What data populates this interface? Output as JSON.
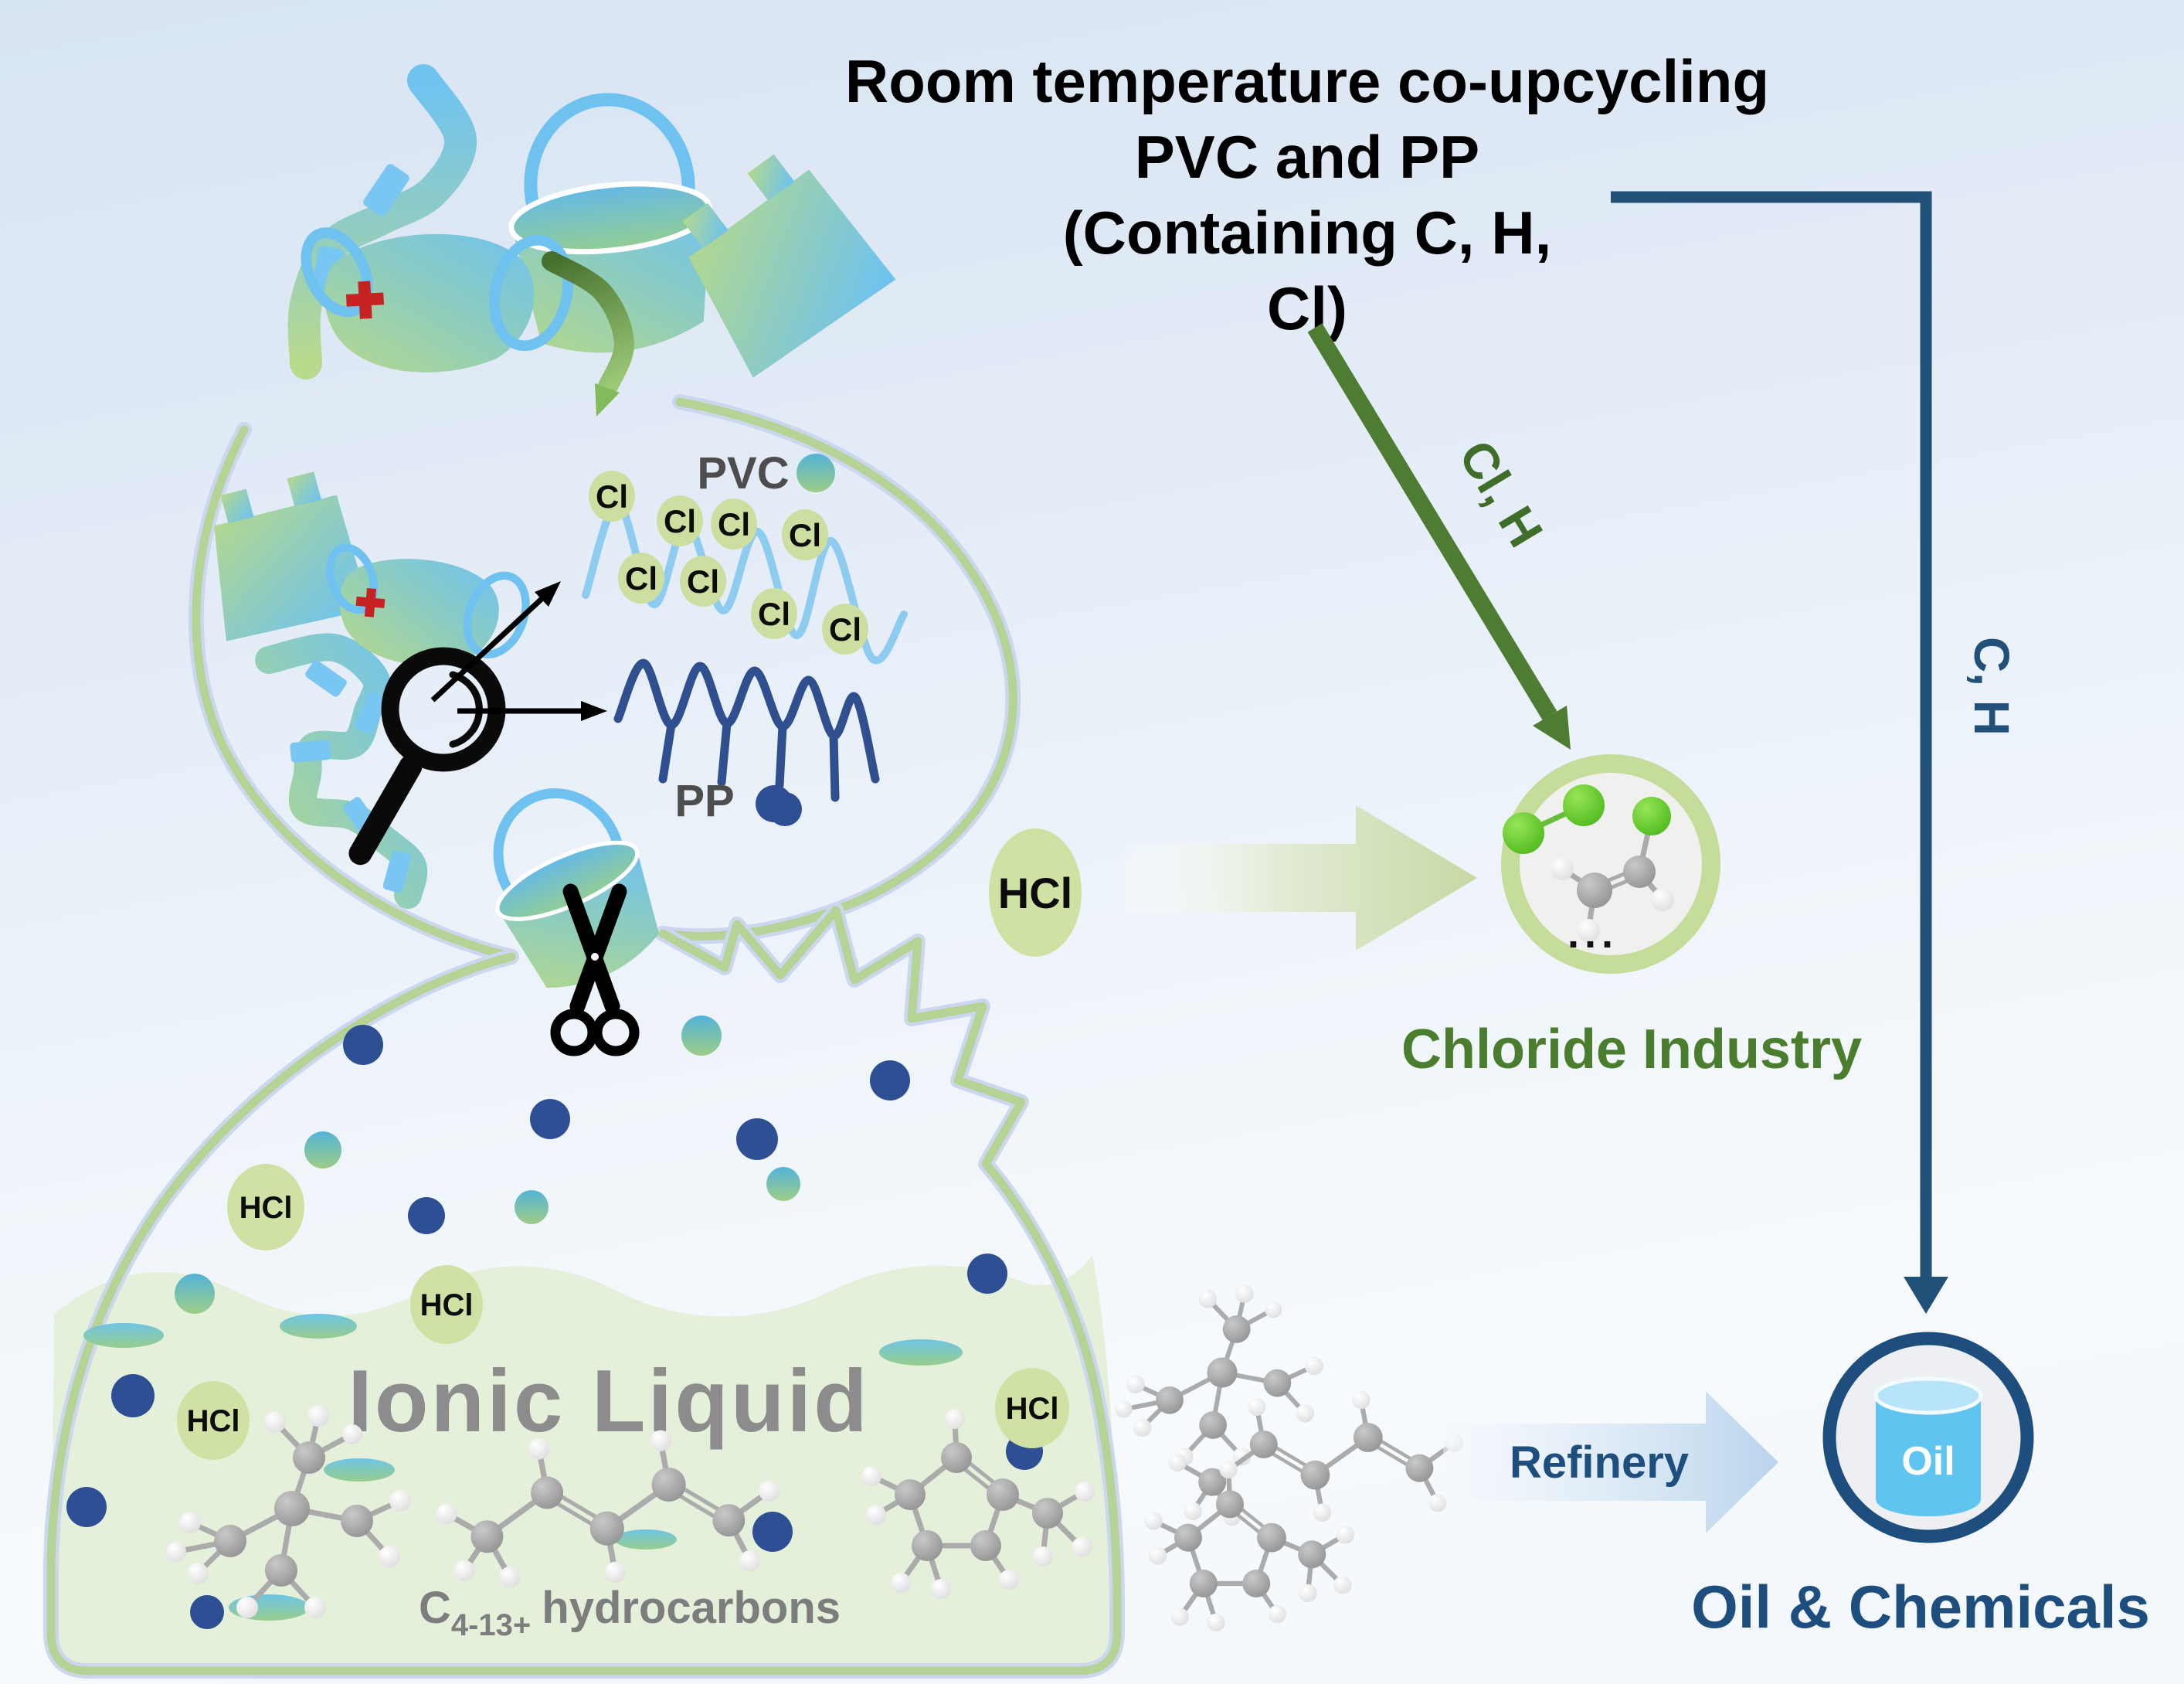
{
  "figure_title": {
    "lines": [
      "Room temperature co-upcycling",
      "PVC and PP",
      "(Containing C, H,",
      "Cl)"
    ]
  },
  "feed": {
    "pvc_label": "PVC",
    "pp_label": "PP",
    "cl_substituent": "Cl"
  },
  "reactor": {
    "ionic_liquid": "Ionic Liquid",
    "hcl": "HCl",
    "product_formula": {
      "element": "C",
      "subscript": "4-13+",
      "suffix": "hydrocarbons"
    }
  },
  "chloride_route": {
    "transfer_label": "Cl, H",
    "destination": "Chloride Industry",
    "more": "..."
  },
  "oil_route": {
    "transfer_label": "C, H",
    "process": "Refinery",
    "barrel": "Oil",
    "destination": "Oil & Chemicals"
  },
  "icons": {
    "waste_items": [
      "pvc-pipe",
      "bucket",
      "medical-mask",
      "plastic-bag"
    ],
    "tools": [
      "magnifying-glass",
      "scissors"
    ],
    "molecules": [
      "branched-alkane",
      "pentadiene",
      "methyl-cyclopentene",
      "chlorine-cl2",
      "vinyl-chloride"
    ],
    "oil_barrel": "oil-drum"
  },
  "colors": {
    "title_text": "#000000",
    "accent_navy": "#215079",
    "green_arrow": "#4d7c32",
    "chloride_text": "#4b7d2e",
    "flask_outline": "#b5d395",
    "liquid_fill": "#e4f0da",
    "hcl_bubble": "#cfe2a3",
    "cl_bubble": "#cddfa0",
    "pvc_chain": "#8ecbf0",
    "pp_chain": "#2f4f8f",
    "gray_text": "#8c8c8c",
    "chlorine_atom": "#55c81e",
    "oil_cylinder": "#5ec5f1",
    "refinery_text": "#1d4e7e"
  }
}
